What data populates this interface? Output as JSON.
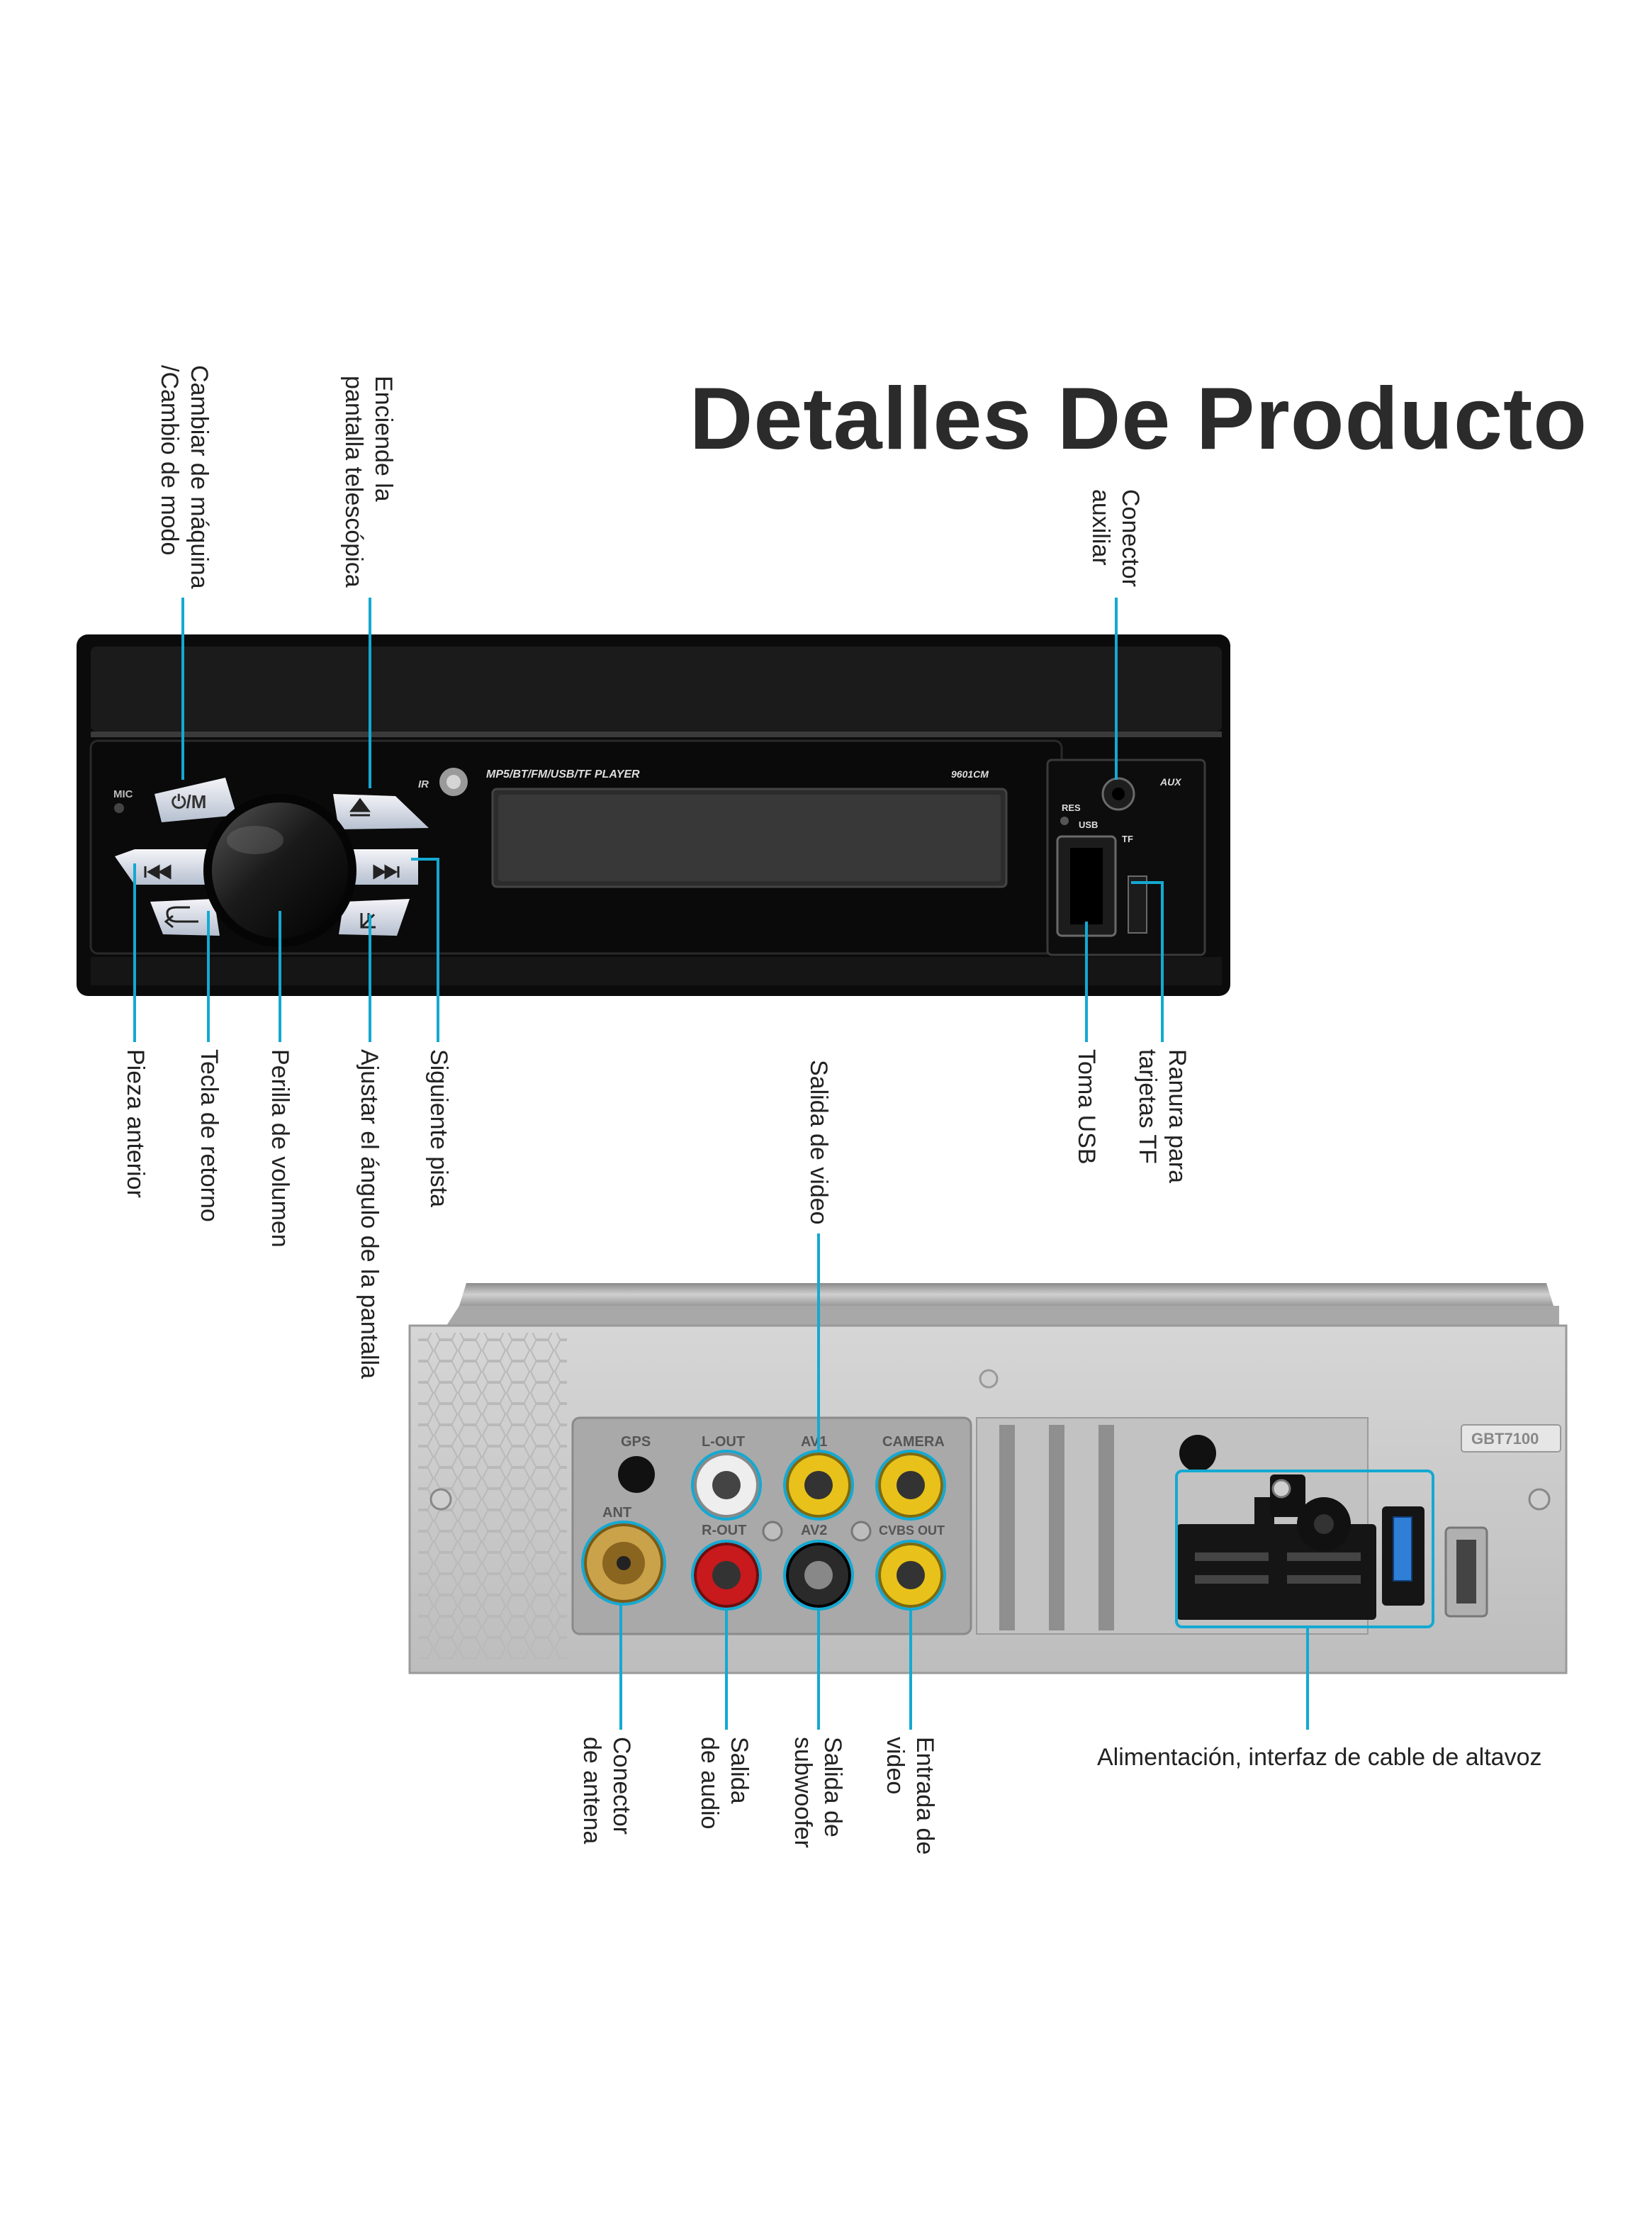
{
  "title": "Detalles De Producto",
  "front_panel": {
    "labels": {
      "mic": "MIC",
      "power_mode": "⏻/M",
      "ir": "IR",
      "brand_line": "MP5/BT/FM/USB/TF PLAYER",
      "model": "9601CM",
      "aux": "AUX",
      "res": "RES",
      "usb": "USB",
      "tf": "TF"
    },
    "callouts_top": [
      "Cambiar de máquina\n/Cambio de modo",
      "Enciende la\npantalla telescópica",
      "Conector\nauxiliar"
    ],
    "callouts_bottom": [
      "Pieza anterior",
      "Tecla de retorno",
      "Perilla de volumen",
      "Ajustar el ángulo de la pantalla",
      "Siguiente pista",
      "Toma USB",
      "Ranura para\ntarjetas TF"
    ]
  },
  "rear_panel": {
    "port_labels": [
      "GPS",
      "L-OUT",
      "AV1",
      "CAMERA",
      "ANT",
      "R-OUT",
      "AV2",
      "CVBS OUT"
    ],
    "sticker": "GBT7100",
    "callout_top": "Salida de video",
    "callouts_bottom": [
      "Conector\nde antena",
      "Salida\nde audio",
      "Salida de\nsubwoofer",
      "Entrada de\nvideo"
    ],
    "callout_right": "Alimentación, interfaz de cable de altavoz"
  },
  "colors": {
    "accent_lines": "#14a9d2",
    "title_text": "#2b2b2b",
    "rca_yellow": "#e8c21a",
    "rca_red": "#c8191c",
    "rca_white": "#e6e6e6",
    "rca_black": "#1a1a1a"
  }
}
